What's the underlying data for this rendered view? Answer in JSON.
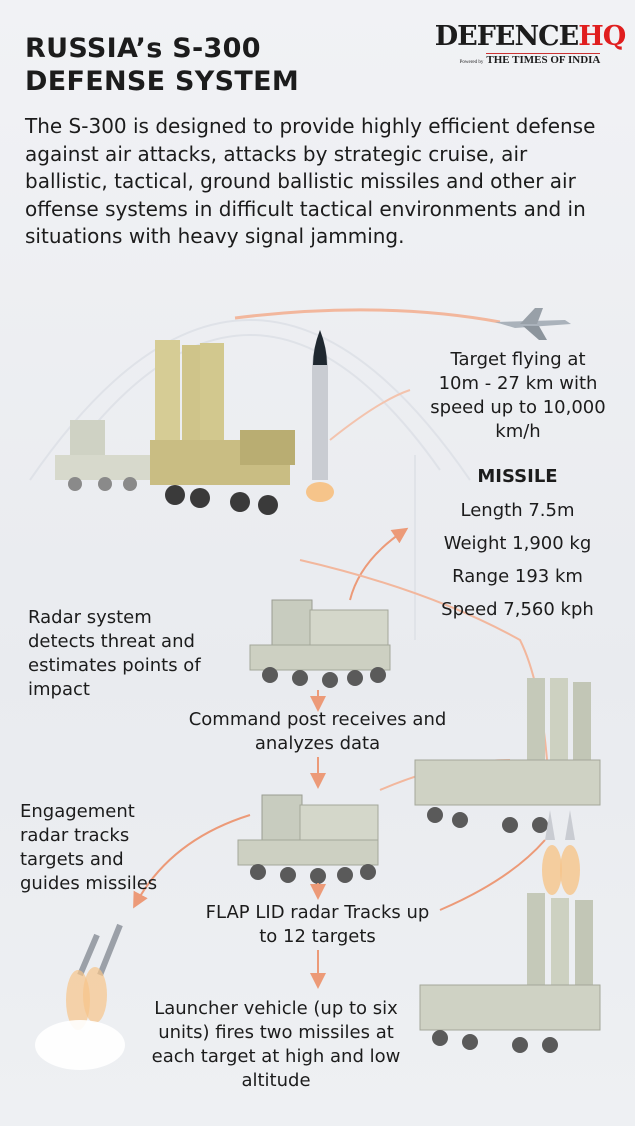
{
  "header": {
    "title_line1": "RUSSIA’s S-300",
    "title_line2": "DEFENSE SYSTEM",
    "intro": "The S-300 is designed to provide highly efficient defense against air attacks, attacks by strategic cruise, air ballistic, tactical, ground ballistic missiles and other air offense systems in difficult tactical environments and in situations with heavy signal jamming."
  },
  "logo": {
    "brand_main": "DEFENCE",
    "brand_accent": "HQ",
    "powered_by": "Powered by",
    "partner": "THE TIMES OF INDIA",
    "accent_color": "#e01e1e"
  },
  "target": {
    "text": "Target flying at 10m - 27 km with speed up to 10,000 km/h"
  },
  "missile": {
    "heading": "MISSILE",
    "specs": [
      "Length 7.5m",
      "Weight 1,900 kg",
      "Range 193 km",
      "Speed 7,560 kph"
    ]
  },
  "steps": {
    "radar": "Radar system detects threat and estimates points of impact",
    "command": "Command post receives and analyzes data",
    "engagement": "Engagement radar tracks targets and guides missiles",
    "flap_lid": "FLAP LID radar Tracks up to 12 targets",
    "launcher": "Launcher vehicle (up to six units) fires two missiles at each target at high and low altitude"
  },
  "colors": {
    "arrow": "#ec9a78",
    "vehicle": "#cdd0bf",
    "launcher_main": "#cfc48c"
  }
}
